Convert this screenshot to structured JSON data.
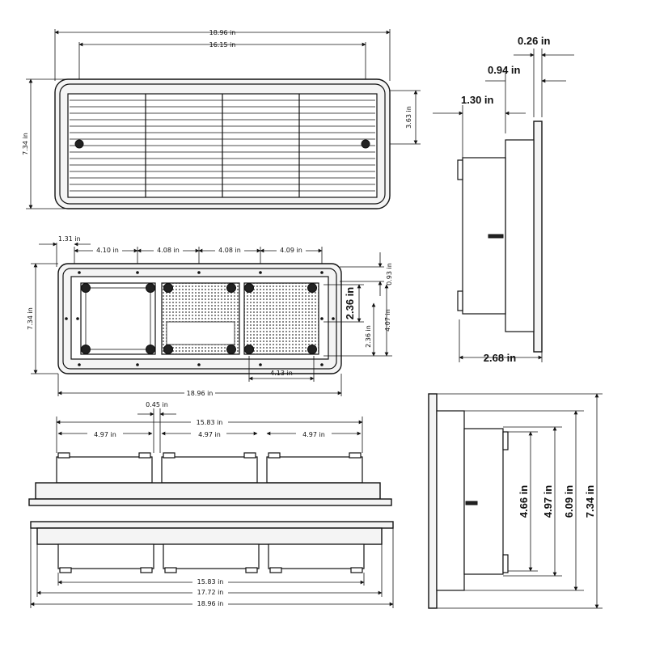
{
  "front_view": {
    "overall_width": "18.96 in",
    "hole_spacing": "16.15 in",
    "overall_height": "7.34 in",
    "grille_height": "3.63 in"
  },
  "side_view_top": {
    "dim_a": "0.26 in",
    "dim_b": "0.94 in",
    "dim_c": "1.30 in",
    "depth": "2.68 in"
  },
  "back_view": {
    "edge_offset": "1.31 in",
    "seg1": "4.10 in",
    "seg2": "4.08 in",
    "seg3": "4.08 in",
    "seg4": "4.09 in",
    "overall_height": "7.34 in",
    "right_top": "0.93 in",
    "right_mid": "2.36 in",
    "right_small": "2.36 in",
    "right_total": "4.07 in",
    "bottom_seg": "4.13 in",
    "overall_width": "18.96 in"
  },
  "top_view": {
    "gap": "0.45 in",
    "span_top": "15.83 in",
    "box1": "4.97 in",
    "box2": "4.97 in",
    "box3": "4.97 in",
    "span_bottom": "15.83 in",
    "flange_inner": "17.72 in",
    "overall_width": "18.96 in"
  },
  "side_view_bottom": {
    "h1": "4.66 in",
    "h2": "4.97 in",
    "h3": "6.09 in",
    "h4": "7.34 in"
  }
}
